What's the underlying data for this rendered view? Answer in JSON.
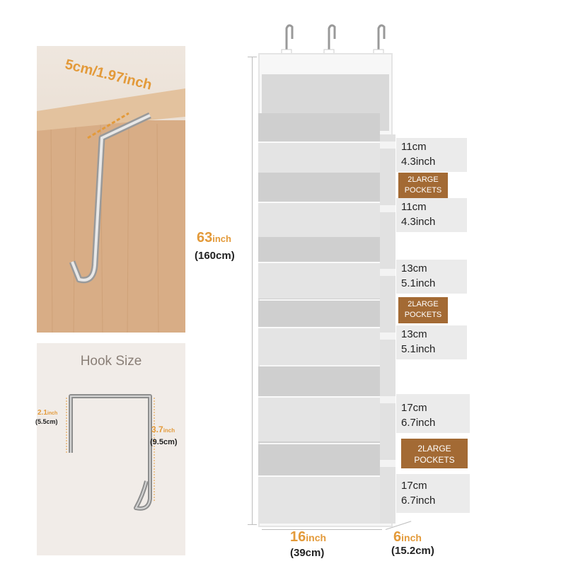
{
  "door_callout": {
    "width_label": "5cm/1.97inch"
  },
  "hook_panel": {
    "title": "Hook Size",
    "width_in": "2.1",
    "width_in_unit": "inch",
    "width_cm": "(5.5cm)",
    "height_in": "3.7",
    "height_in_unit": "inch",
    "height_cm": "(9.5cm)"
  },
  "height_dim": {
    "value": "63",
    "unit": "inch",
    "cm": "(160cm)"
  },
  "width_dim": {
    "value": "16",
    "unit": "inch",
    "cm": "(39cm)"
  },
  "depth_dim": {
    "value": "6",
    "unit": "inch",
    "cm": "(15.2cm)"
  },
  "measurements": [
    {
      "cm": "11cm",
      "inch": "4.3inch"
    },
    {
      "cm": "11cm",
      "inch": "4.3inch"
    },
    {
      "cm": "13cm",
      "inch": "5.1inch"
    },
    {
      "cm": "13cm",
      "inch": "5.1inch"
    },
    {
      "cm": "17cm",
      "inch": "6.7inch"
    },
    {
      "cm": "17cm",
      "inch": "6.7inch"
    }
  ],
  "pocket_tags": [
    {
      "line1": "2LARGE",
      "line2": "POCKETS"
    },
    {
      "line1": "2LARGE",
      "line2": "POCKETS"
    },
    {
      "line1": "2LARGE",
      "line2": "POCKETS"
    }
  ],
  "colors": {
    "accent": "#e39a3a",
    "tag": "#a36a34",
    "fabric": "#d9d9d9"
  }
}
